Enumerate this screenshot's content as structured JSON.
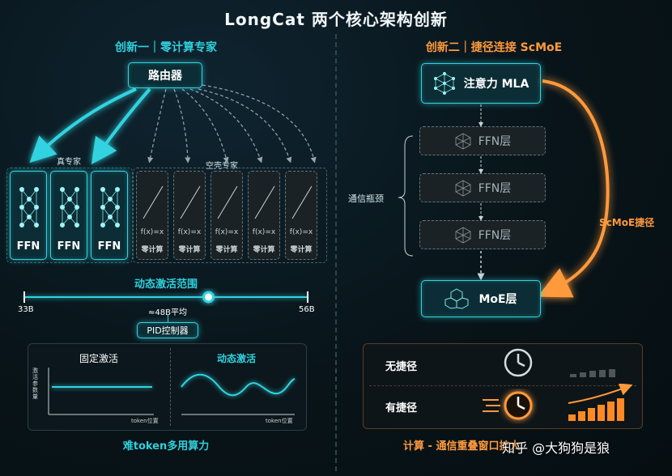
{
  "title": "LongCat 两个核心架构创新",
  "left": {
    "section_title": "创新一｜零计算专家",
    "router_label": "路由器",
    "real_experts_label": "真专家",
    "empty_experts_label": "空壳专家",
    "expert_label": "FFN",
    "empty_fx": "f(x)=x",
    "empty_zero": "零计算",
    "range_title": "动态激活范围",
    "range_min": "33B",
    "range_avg": "≈48B平均",
    "range_max": "56B",
    "range_value_fraction": 0.65,
    "pid_label": "PID控制器",
    "fixed_title": "固定激活",
    "dynamic_title": "动态激活",
    "y_axis_label": "激活参数量",
    "x_axis_label": "token位置",
    "bottom_caption": "难token多用算力"
  },
  "right": {
    "section_title": "创新二｜捷径连接 ScMoE",
    "attention_label": "注意力 MLA",
    "ffn_layer_label": "FFN层",
    "comm_label": "通信瓶颈",
    "shortcut_label": "ScMoE捷径",
    "moe_label": "MoE层",
    "no_shortcut": "无捷径",
    "with_shortcut": "有捷径",
    "bottom_caption": "计算 - 通信重叠窗口扩大",
    "watermark": "知乎 @大狗狗是狼"
  },
  "colors": {
    "cyan": "#32d3e0",
    "orange": "#ff9a3c",
    "background": "#081419"
  },
  "icons": [
    "network-icon",
    "cube-cluster-icon",
    "clock-icon",
    "bars-icon",
    "arrow-icon"
  ]
}
